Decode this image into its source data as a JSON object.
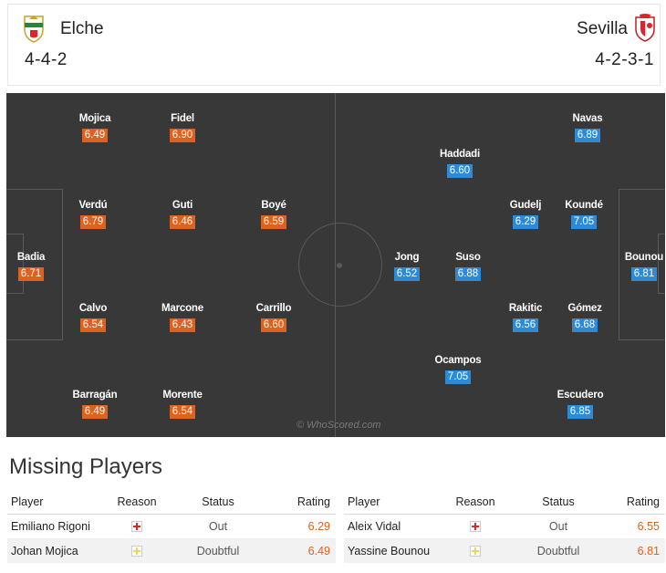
{
  "home": {
    "name": "Elche",
    "formation": "4-4-2",
    "players": [
      {
        "name": "Mojica",
        "rating": "6.49"
      },
      {
        "name": "Fidel",
        "rating": "6.90"
      },
      {
        "name": "Verdú",
        "rating": "6.79"
      },
      {
        "name": "Guti",
        "rating": "6.46"
      },
      {
        "name": "Boyé",
        "rating": "6.59"
      },
      {
        "name": "Badia",
        "rating": "6.71"
      },
      {
        "name": "Calvo",
        "rating": "6.54"
      },
      {
        "name": "Marcone",
        "rating": "6.43"
      },
      {
        "name": "Carrillo",
        "rating": "6.60"
      },
      {
        "name": "Barragán",
        "rating": "6.49"
      },
      {
        "name": "Morente",
        "rating": "6.54"
      }
    ]
  },
  "away": {
    "name": "Sevilla",
    "formation": "4-2-3-1",
    "players": [
      {
        "name": "Navas",
        "rating": "6.89"
      },
      {
        "name": "Haddadi",
        "rating": "6.60"
      },
      {
        "name": "Gudelj",
        "rating": "6.29"
      },
      {
        "name": "Koundé",
        "rating": "7.05"
      },
      {
        "name": "Jong",
        "rating": "6.52"
      },
      {
        "name": "Suso",
        "rating": "6.88"
      },
      {
        "name": "Bounou",
        "rating": "6.81"
      },
      {
        "name": "Rakitic",
        "rating": "6.56"
      },
      {
        "name": "Gómez",
        "rating": "6.68"
      },
      {
        "name": "Ocampos",
        "rating": "7.05"
      },
      {
        "name": "Escudero",
        "rating": "6.85"
      }
    ]
  },
  "watermark": "© WhoScored.com",
  "missing": {
    "title": "Missing Players",
    "headers": {
      "player": "Player",
      "reason": "Reason",
      "status": "Status",
      "rating": "Rating"
    },
    "home": [
      {
        "player": "Emiliano Rigoni",
        "reason": "injury-icon",
        "status": "Out",
        "rating": "6.29"
      },
      {
        "player": "Johan Mojica",
        "reason": "doubtful-icon",
        "status": "Doubtful",
        "rating": "6.49"
      }
    ],
    "away": [
      {
        "player": "Aleix Vidal",
        "reason": "injury-icon",
        "status": "Out",
        "rating": "6.55"
      },
      {
        "player": "Yassine Bounou",
        "reason": "doubtful-icon",
        "status": "Doubtful",
        "rating": "6.81"
      }
    ]
  },
  "colors": {
    "home_rating": "#e0601d",
    "away_rating": "#2c8ad6",
    "pitch": "#383838",
    "injury": "#d9262b",
    "doubtful": "#f2d45b"
  }
}
